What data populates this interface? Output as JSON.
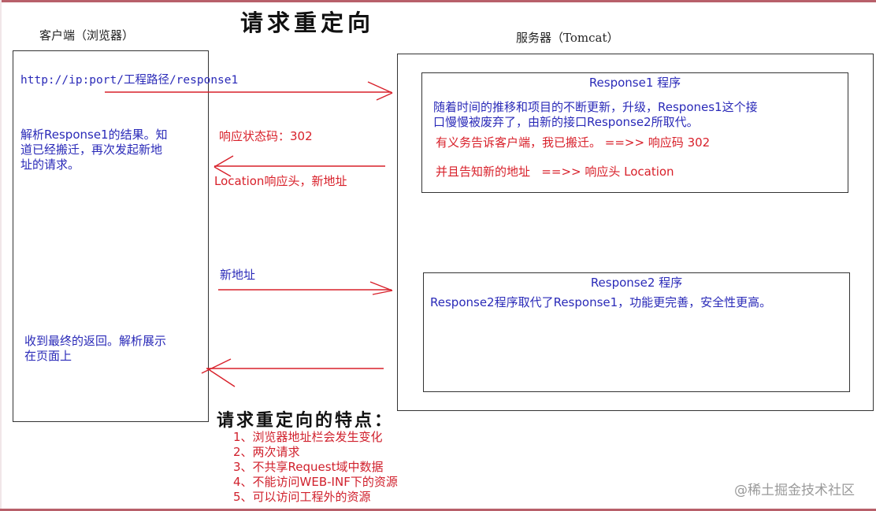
{
  "diagram": {
    "title": "请求重定向",
    "client": {
      "label": "客户端（浏览器）",
      "url": "http://ip:port/工程路径/response1",
      "parse_note": "解析Response1的结果。知\n道已经搬迁，再次发起新地\n址的请求。",
      "final_note": "收到最终的返回。解析展示\n在页面上"
    },
    "server": {
      "label": "服务器（Tomcat）",
      "response1": {
        "title": "Response1 程序",
        "description": "随着时间的推移和项目的不断更新，升级，Respones1这个接\n口慢慢被废弃了，由新的接口Response2所取代。",
        "duty_line": "有义务告诉客户端，我已搬迁。 ==>> 响应码 302",
        "location_line": "并且告知新的地址   ==>> 响应头 Location"
      },
      "response2": {
        "title": "Response2 程序",
        "description": "Response2程序取代了Response1，功能更完善，安全性更高。"
      }
    },
    "arrows": [
      {
        "direction": "right",
        "label": "",
        "from": "client",
        "to": "server"
      },
      {
        "direction": "left",
        "label_top": "响应状态码：302",
        "label_bottom": "Location响应头，新地址",
        "from": "server",
        "to": "client"
      },
      {
        "direction": "right",
        "label_top": "新地址",
        "from": "client",
        "to": "server"
      },
      {
        "direction": "left",
        "label": "",
        "from": "server",
        "to": "client"
      }
    ],
    "features": {
      "title": "请求重定向的特点：",
      "items": [
        "1、浏览器地址栏会发生变化",
        "2、两次请求",
        "3、不共享Request域中数据",
        "4、不能访问WEB-INF下的资源",
        "5、可以访问工程外的资源"
      ]
    },
    "watermark": "@稀土掘金技术社区",
    "colors": {
      "arrow": "#d8202a",
      "blue_text": "#2a2ab8",
      "red_text": "#d8202a",
      "box_border": "#333333",
      "frame_edge": "#b8606a"
    }
  }
}
